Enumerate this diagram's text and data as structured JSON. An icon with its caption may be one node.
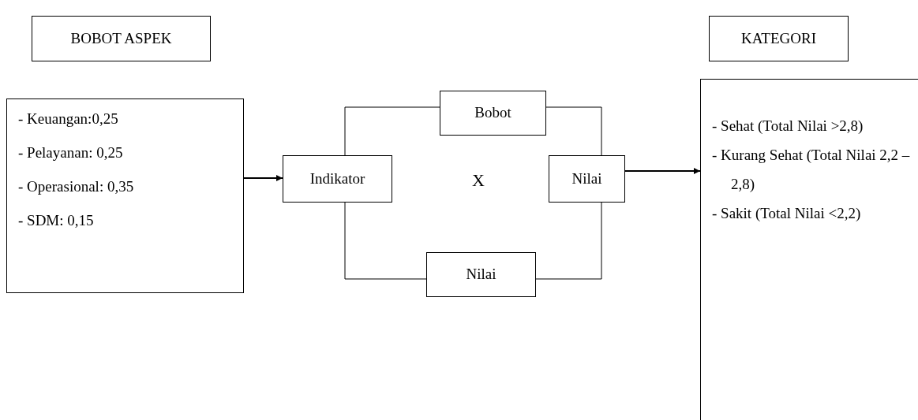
{
  "diagram": {
    "nodes": [
      {
        "text": [
          "BOBOT ASPEK"
        ]
      },
      {
        "text": [
          "KATEGORI"
        ]
      },
      {
        "text": [
          "- Keuangan:0,25",
          "- Pelayanan: 0,25",
          "- Operasional: 0,35",
          "- SDM: 0,15"
        ]
      },
      {
        "text": [
          "Bobot"
        ]
      },
      {
        "text": [
          "Indikator"
        ]
      },
      {
        "text": [
          "Nilai"
        ]
      },
      {
        "text": [
          "Nilai"
        ]
      },
      {
        "text": [
          "- Sehat (Total Nilai >2,8)",
          "- Kurang Sehat (Total Nilai 2,2 – 2,8)",
          "- Sakit (Total Nilai <2,2)"
        ]
      }
    ],
    "edges": [
      {
        "from": 2,
        "to": 4,
        "arrow": "to"
      },
      {
        "from": 4,
        "to": 3,
        "arrow": "none"
      },
      {
        "from": 3,
        "to": 5,
        "arrow": "none"
      },
      {
        "from": 4,
        "to": 6,
        "arrow": "none"
      },
      {
        "from": 6,
        "to": 5,
        "arrow": "none"
      },
      {
        "from": 5,
        "to": 7,
        "arrow": "to"
      }
    ],
    "labels": [
      "X"
    ]
  }
}
